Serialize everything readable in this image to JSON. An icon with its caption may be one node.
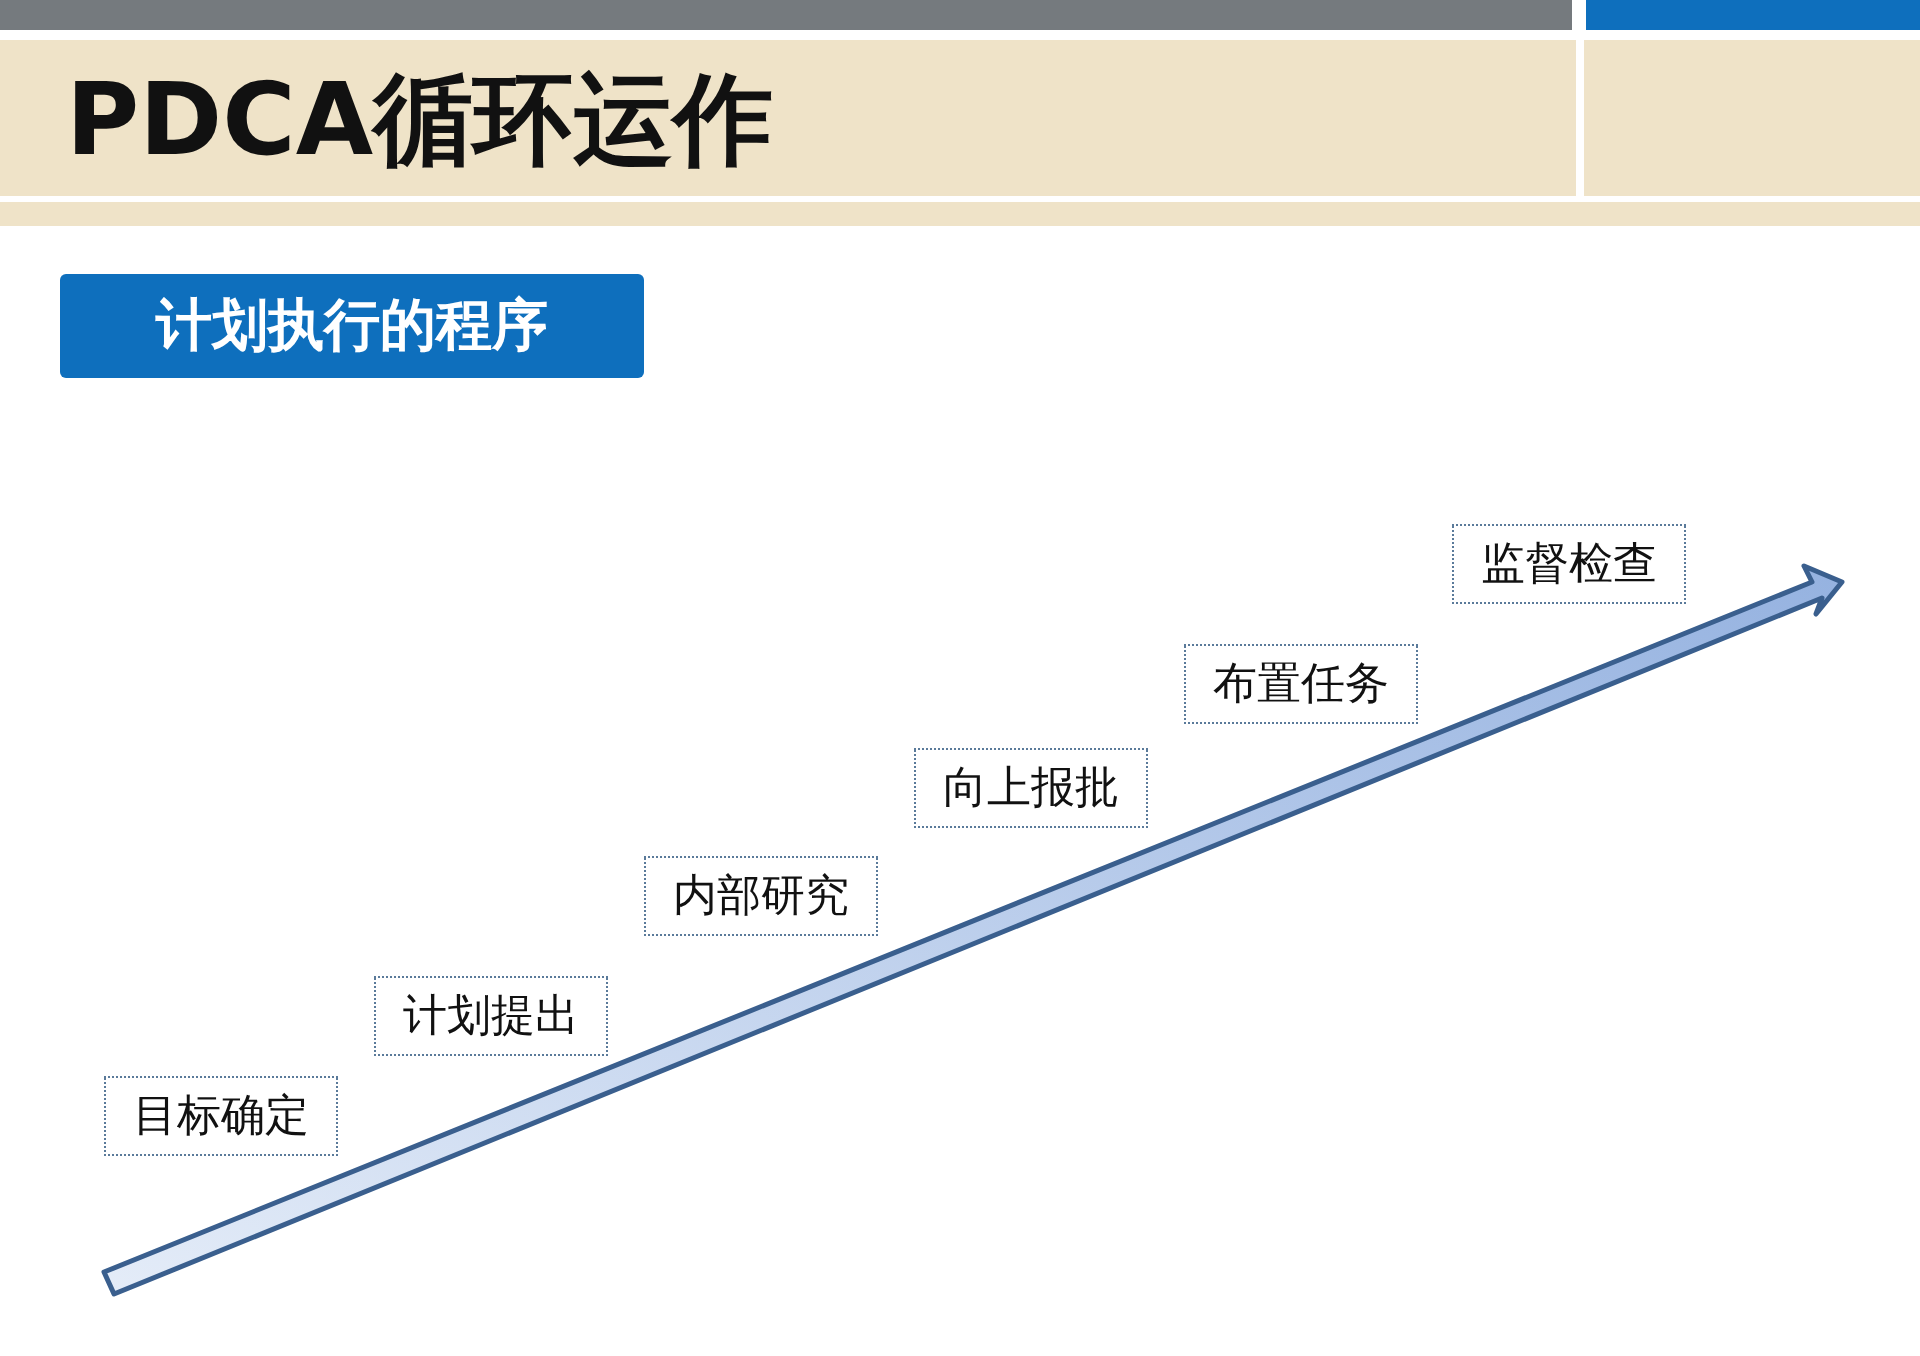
{
  "diagram": {
    "title": "PDCA循环运作",
    "nodes": [
      {
        "text": [
          "计划执行的程序"
        ]
      },
      {
        "text": [
          "目标确定"
        ]
      },
      {
        "text": [
          "计划提出"
        ]
      },
      {
        "text": [
          "内部研究"
        ]
      },
      {
        "text": [
          "向上报批"
        ]
      },
      {
        "text": [
          "布置任务"
        ]
      },
      {
        "text": [
          "监督检查"
        ]
      }
    ]
  }
}
